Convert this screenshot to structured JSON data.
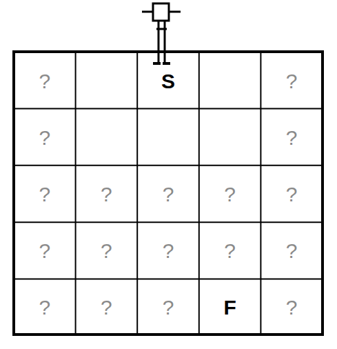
{
  "diagram": {
    "labels": [
      "?",
      "S",
      "?",
      "?",
      "?",
      "?",
      "?",
      "?",
      "?",
      "?",
      "?",
      "?",
      "?",
      "?",
      "?",
      "?",
      "?",
      "?",
      "F",
      "?"
    ]
  }
}
